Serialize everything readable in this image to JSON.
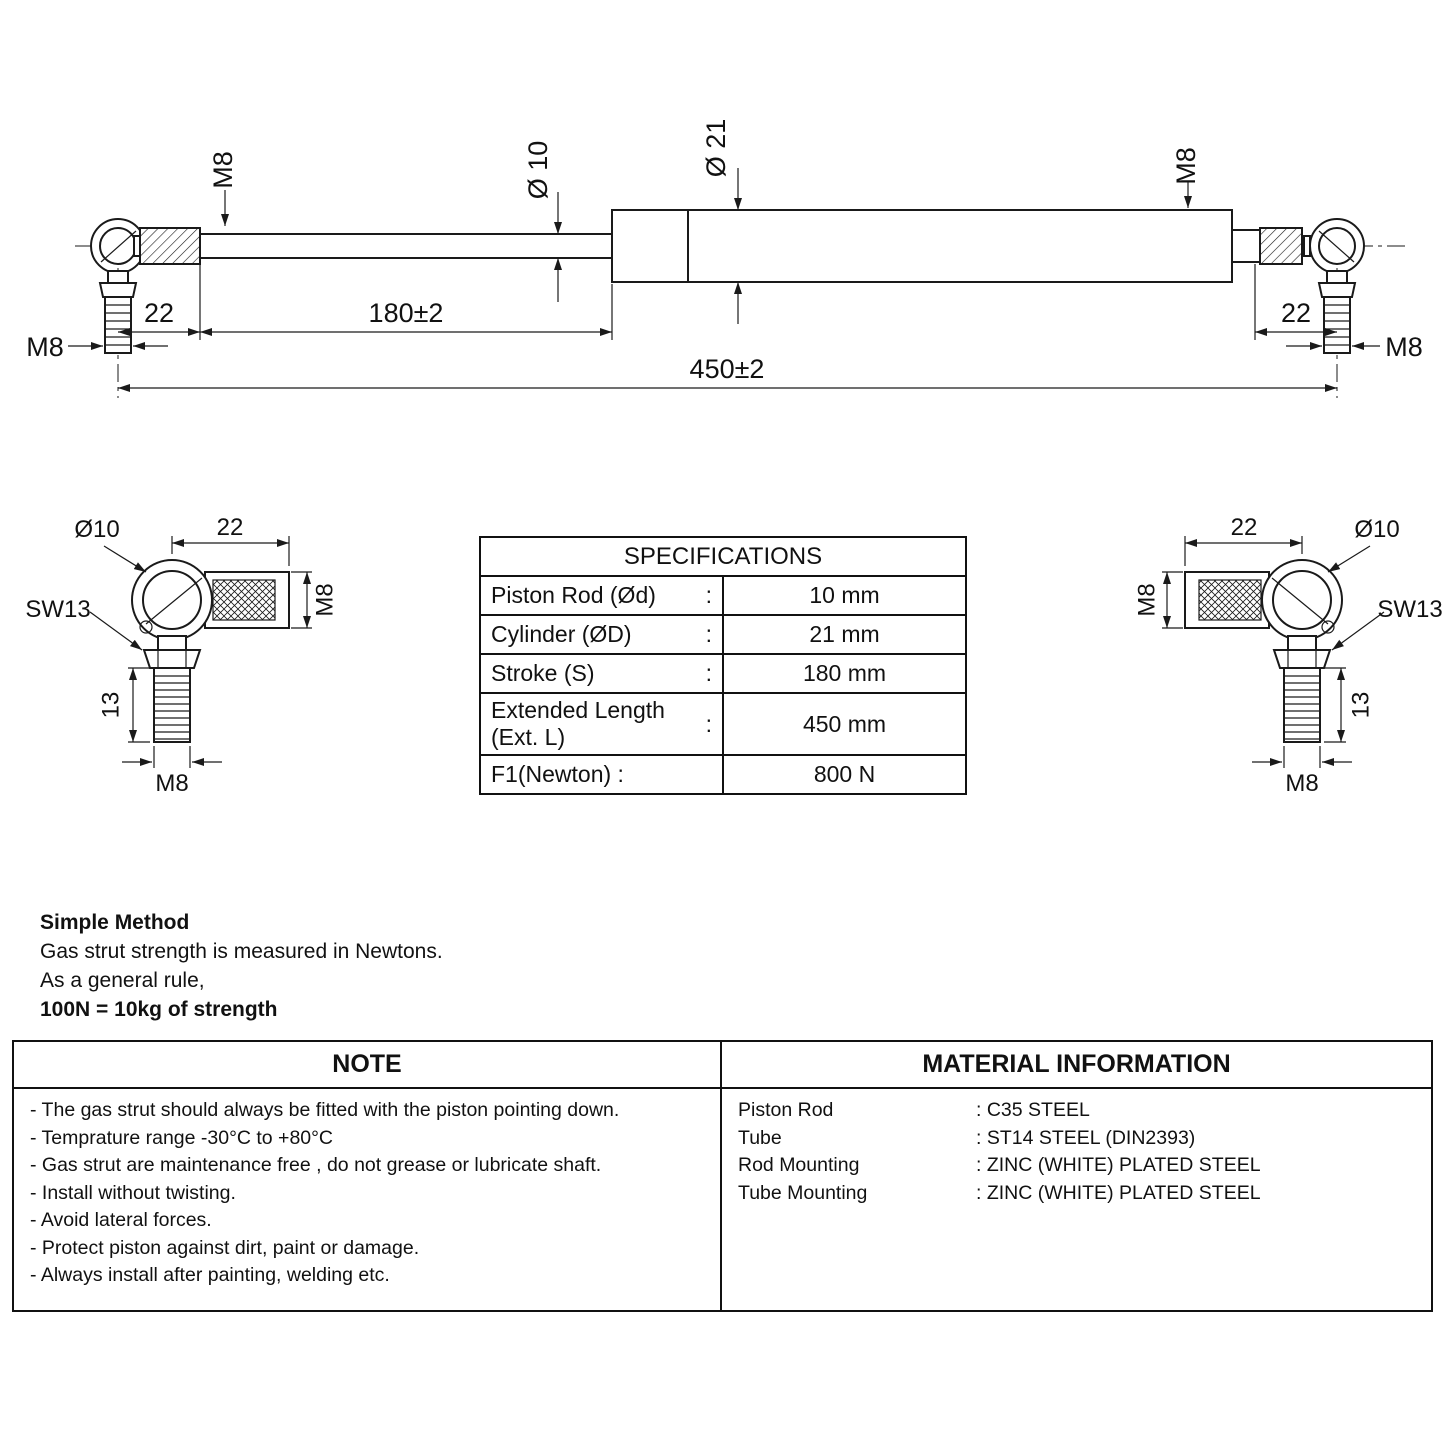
{
  "strut_drawing": {
    "label_m8_rod_end": "M8",
    "label_d10": "Ø 10",
    "label_d21": "Ø 21",
    "label_m8_tube_end": "M8",
    "dim_22_left": "22",
    "dim_stroke": "180±2",
    "dim_22_right": "22",
    "label_m8_stud_left": "M8",
    "label_m8_stud_right": "M8",
    "dim_extended": "450±2"
  },
  "left_fitting": {
    "d10": "Ø10",
    "dim22": "22",
    "sw13": "SW13",
    "m8_side": "M8",
    "dim13": "13",
    "m8_stud": "M8"
  },
  "right_fitting": {
    "d10": "Ø10",
    "dim22": "22",
    "sw13": "SW13",
    "m8_side": "M8",
    "dim13": "13",
    "m8_stud": "M8"
  },
  "specifications": {
    "title": "SPECIFICATIONS",
    "rows": [
      {
        "label": "Piston Rod (Ød)",
        "colon": ":",
        "value": "10 mm"
      },
      {
        "label": "Cylinder (ØD)",
        "colon": ":",
        "value": "21 mm"
      },
      {
        "label": "Stroke (S)",
        "colon": ":",
        "value": "180 mm"
      },
      {
        "label": "Extended Length (Ext. L)",
        "colon": ":",
        "value": "450 mm"
      },
      {
        "label": "F1(Newton)  :",
        "colon": "",
        "value": "800 N"
      }
    ]
  },
  "simple_method": {
    "title": "Simple Method",
    "line1": "Gas strut strength is measured in Newtons.",
    "line2": "As a general rule,",
    "line3": "100N = 10kg of strength"
  },
  "note_table": {
    "header": "NOTE",
    "items": [
      "- The gas strut should always be fitted with the piston pointing down.",
      "- Temprature range -30°C to +80°C",
      "- Gas strut are maintenance free , do not grease or lubricate shaft.",
      "- Install without twisting.",
      "- Avoid lateral forces.",
      "- Protect piston against dirt, paint or damage.",
      "- Always install after painting, welding etc."
    ]
  },
  "material_table": {
    "header": "MATERIAL INFORMATION",
    "rows": [
      {
        "label": "Piston Rod",
        "value": ": C35 STEEL"
      },
      {
        "label": "Tube",
        "value": ": ST14 STEEL (DIN2393)"
      },
      {
        "label": "Rod Mounting",
        "value": ": ZINC (WHITE) PLATED STEEL"
      },
      {
        "label": "Tube Mounting",
        "value": ": ZINC (WHITE) PLATED STEEL"
      }
    ]
  }
}
